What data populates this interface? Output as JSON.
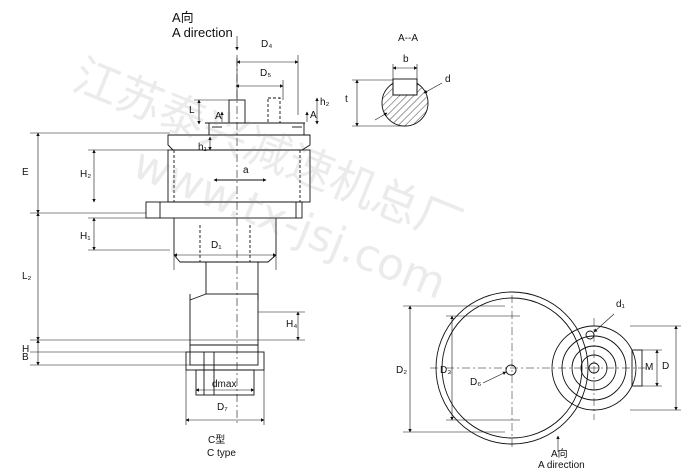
{
  "top_title": {
    "cn": "A向",
    "en": "A direction"
  },
  "section_title": "A--A",
  "bottom_left_title": {
    "cn": "C型",
    "en": "C type"
  },
  "bottom_right_title": {
    "cn": "A向",
    "en": "A direction"
  },
  "watermark": {
    "cn": "江苏泰兴减速机总厂",
    "url": "www.tx-jsj.com"
  },
  "labels": {
    "D4": "D₄",
    "D5": "D₅",
    "A_left": "A",
    "A_right": "A",
    "L": "L",
    "h2": "h₂",
    "h1": "h₁",
    "E": "E",
    "H2": "H₂",
    "a": "a",
    "H1": "H₁",
    "D1": "D₁",
    "L2": "L₂",
    "H4": "H₄",
    "B": "B",
    "H": "H",
    "dmax": "dmax",
    "D7": "D₇",
    "b": "b",
    "t": "t",
    "d": "d",
    "d1": "d₁",
    "D2": "D₂",
    "D3": "D₃",
    "D6": "D₆",
    "M": "M",
    "D": "D"
  }
}
